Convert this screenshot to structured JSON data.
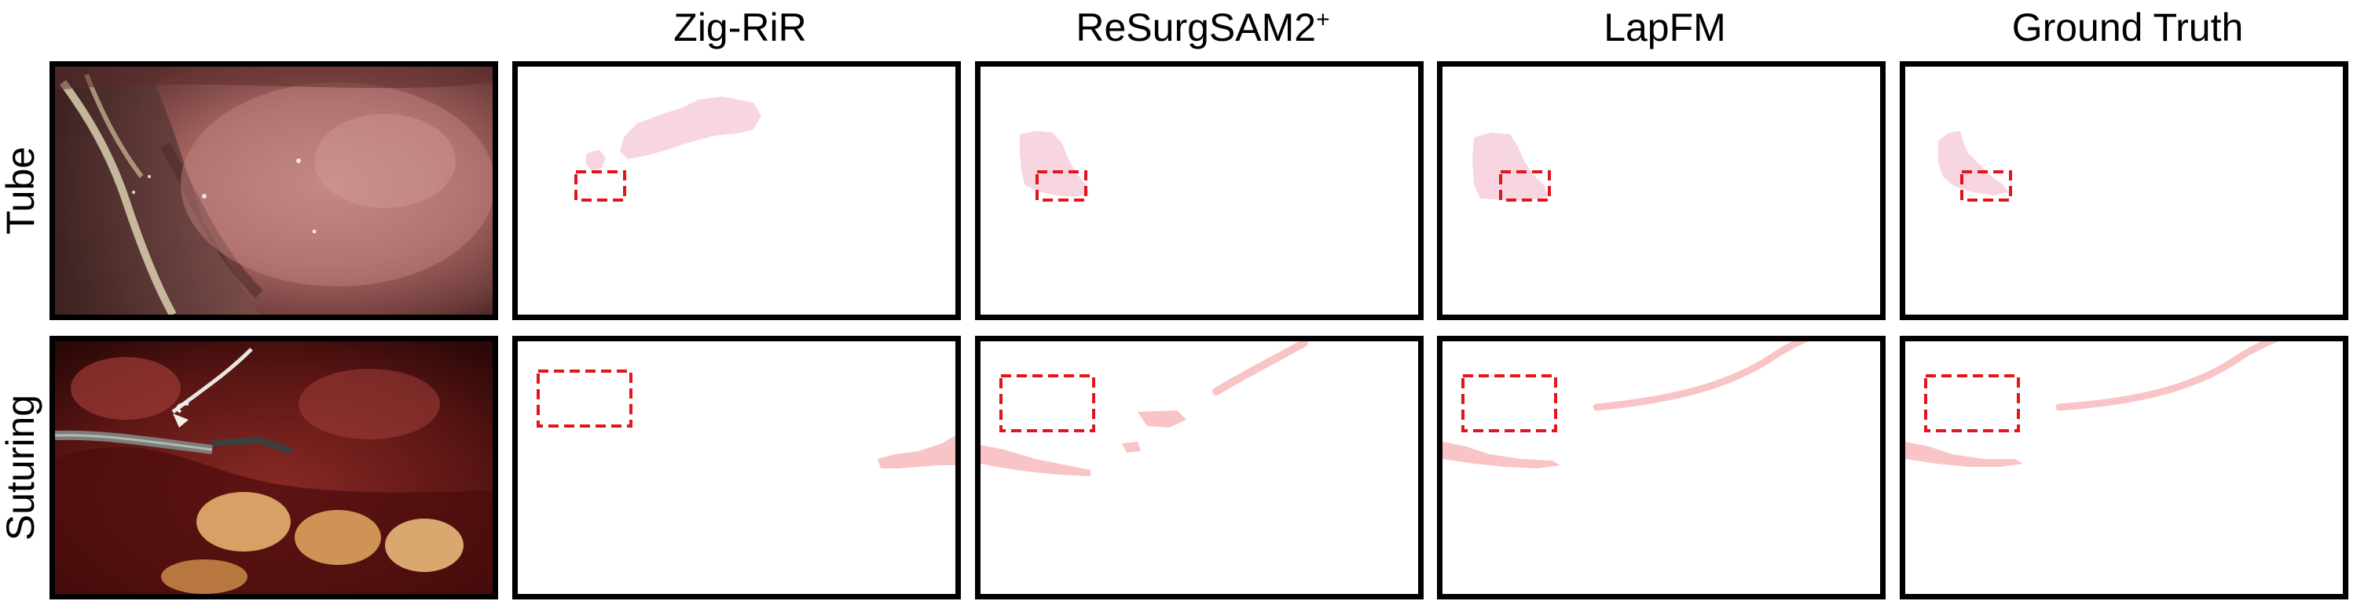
{
  "columns": [
    {
      "name": "Zig-RiR",
      "sup": ""
    },
    {
      "name": "ReSurgSAM2",
      "sup": "+"
    },
    {
      "name": "LapFM",
      "sup": ""
    },
    {
      "name": "Ground Truth",
      "sup": ""
    }
  ],
  "rows": [
    {
      "label": "Tube"
    },
    {
      "label": "Suturing"
    }
  ],
  "colors": {
    "tube_mask": "#f7d6e2",
    "suturing_mask": "#f8c4c6",
    "roi_box": "#e0161c",
    "panel_border": "#000000"
  }
}
